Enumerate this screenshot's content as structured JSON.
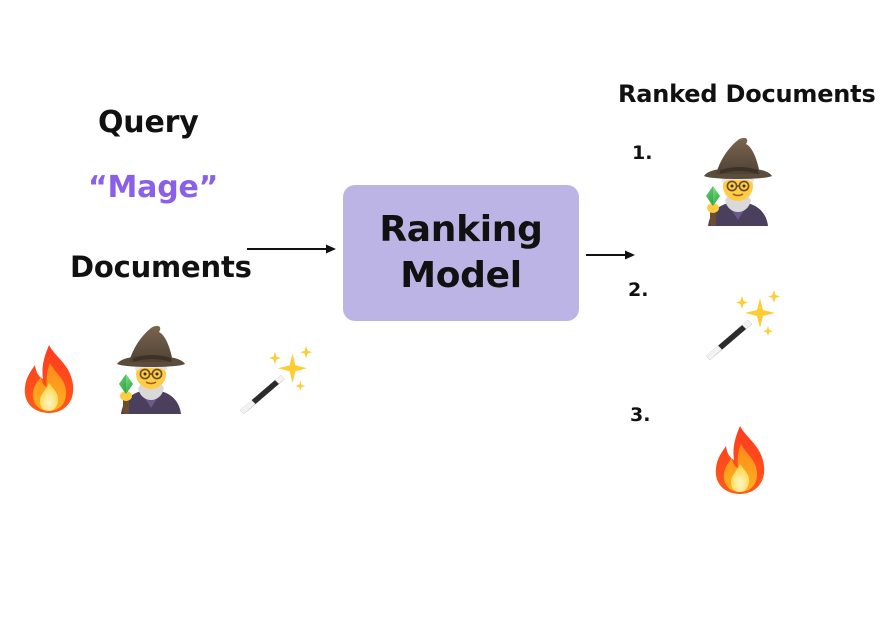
{
  "query": {
    "label": "Query",
    "text": "“Mage”",
    "text_color": "#8a60e8"
  },
  "documents": {
    "label": "Documents",
    "items": [
      "fire-icon",
      "mage-icon",
      "magic-wand-icon"
    ]
  },
  "model": {
    "label": "Ranking\nModel",
    "color": "#bdb4e6"
  },
  "ranked": {
    "title": "Ranked Documents",
    "items": [
      {
        "rank": "1.",
        "icon": "mage-icon"
      },
      {
        "rank": "2.",
        "icon": "magic-wand-icon"
      },
      {
        "rank": "3.",
        "icon": "fire-icon"
      }
    ]
  }
}
